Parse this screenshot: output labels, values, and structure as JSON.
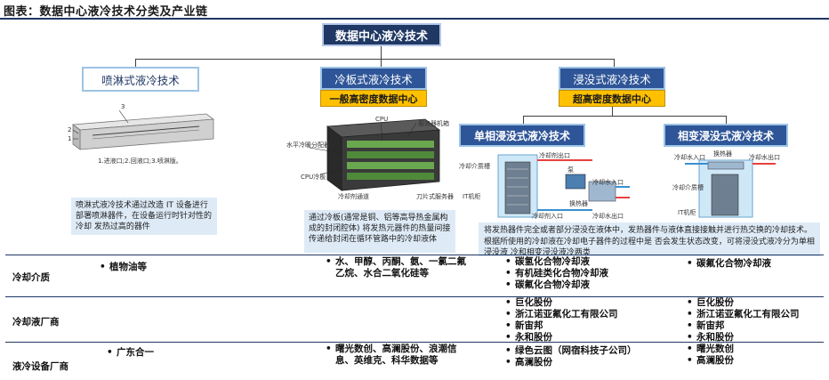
{
  "header": {
    "title": "图表：数据中心液冷技术分类及产业链"
  },
  "root": {
    "label": "数据中心液冷技术"
  },
  "categories": [
    {
      "label": "喷淋式液冷技术"
    },
    {
      "label": "冷板式液冷技术",
      "tag": "一般高密度数据中心"
    },
    {
      "label": "浸没式液冷技术",
      "tag": "超高密度数据中心"
    }
  ],
  "subcategories": [
    {
      "label": "单相浸没式液冷技术"
    },
    {
      "label": "相变浸没式液冷技术"
    }
  ],
  "figures": {
    "spray": {
      "label_3": "3",
      "label_2": "2",
      "label_1": "1",
      "caption": "1.进液口;2.回液口;3.喷淋版。"
    },
    "cold_plate": {
      "cpu": "CPU",
      "server_rack": "服务器机箱",
      "water_plate": "水平冷暖分配器",
      "cpu_plate": "CPU冷板",
      "channel": "冷却剂通道",
      "blade": "刀片式服务器"
    },
    "single_phase": {
      "medium_tank": "冷却介质槽",
      "coolant_out": "冷却剂出口",
      "pump": "泵",
      "exchanger": "换热器",
      "it_cabinet": "IT机柜",
      "water_in": "冷却水入口",
      "coolant_in": "冷却剂入口",
      "water_out": "冷却水出口"
    },
    "phase_change": {
      "exchanger": "换热器",
      "water_in": "冷却水入口",
      "water_out": "冷却水出口",
      "medium_tank": "冷却介质槽",
      "it_cabinet": "IT机柜"
    }
  },
  "descriptions": {
    "spray": "喷淋式液冷技术通过改造 IT 设备进行部署喷淋器件，在设备运行时针对性的冷却 发热过高的器件",
    "cold_plate": "通过冷板(通常是铜、铝等高导热金属构成的封闭腔体) 将发热元器件的热量间接传递给封闭在循环管路中的冷却液体",
    "immersion": "将发热器件完全或者部分浸没在液体中，发热器件与液体直接接触并进行热交换的冷却技术。根据所使用的冷却液在冷却电子器件的过程中是 否会发生状态改变，可将浸没式液冷分为单相浸没液 冷和相变浸没液冷两类"
  },
  "table": {
    "rows": [
      {
        "label": "冷却介质",
        "spray": [
          "植物油等"
        ],
        "cold_plate": [
          "水、甲醇、丙酮、氨、一氯二氟乙烷、水合二氧化硅等"
        ],
        "single_phase": [
          "碳氢化合物冷却液",
          "有机硅类化合物冷却液",
          "碳氟化合物冷却液"
        ],
        "phase_change": [
          "碳氟化合物冷却液"
        ]
      },
      {
        "label": "冷却液厂商",
        "spray": [],
        "cold_plate": [],
        "single_phase": [
          "巨化股份",
          "浙江诺亚氟化工有限公司",
          "新宙邦",
          "永和股份"
        ],
        "phase_change": [
          "巨化股份",
          "浙江诺亚氟化工有限公司",
          "新宙邦",
          "永和股份"
        ]
      },
      {
        "label": "液冷设备厂商",
        "spray": [
          "广东合一"
        ],
        "cold_plate": [
          "曙光数创、高澜股份、浪潮信息、英维克、科华数据等"
        ],
        "single_phase": [
          "绿色云图（网宿科技子公司）",
          "高澜股份"
        ],
        "phase_change": [
          "曙光数创",
          "高澜股份"
        ]
      }
    ]
  },
  "colors": {
    "navy": "#1f3864",
    "blue": "#2e5597",
    "light_blue": "#deebf7",
    "border_blue": "#9dc3e6",
    "tag_yellow": "#ffc000"
  }
}
